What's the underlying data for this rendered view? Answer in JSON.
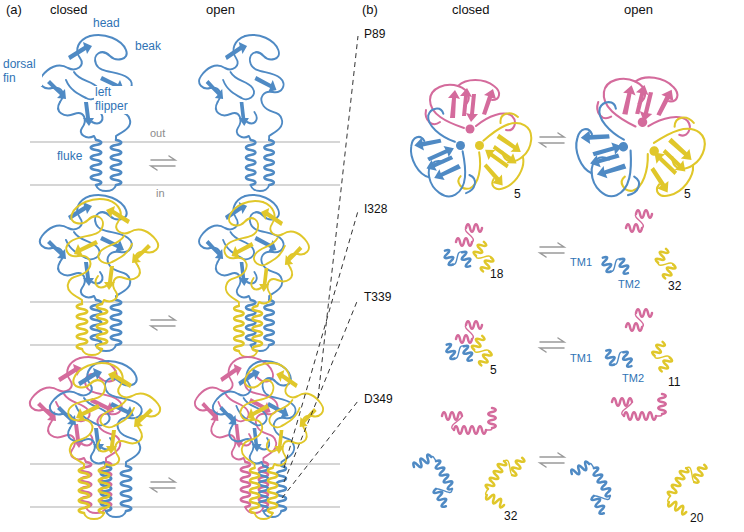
{
  "diagram": {
    "labels": [
      "(a)",
      "closed",
      "open",
      "(b)",
      "closed",
      "open",
      "head",
      "beak",
      "dorsal fin",
      "left flipper",
      "out",
      "in",
      "fluke",
      "P89",
      "5",
      "5",
      "I328",
      "TM2",
      "TM1",
      "18",
      "32",
      "T339",
      "TM2",
      "TM1",
      "5",
      "11",
      "D349",
      "32",
      "20"
    ]
  }
}
